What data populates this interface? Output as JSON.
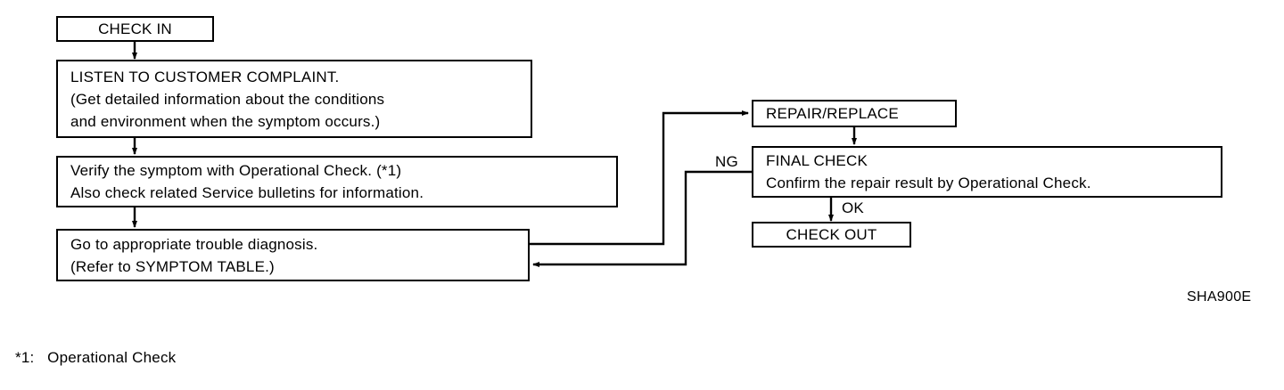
{
  "diagram": {
    "figure_code": "SHA900E",
    "footnote": "*1:   Operational Check",
    "nodes": {
      "check_in": {
        "label": "CHECK IN"
      },
      "listen": {
        "line1": "LISTEN TO CUSTOMER COMPLAINT.",
        "line2": "(Get detailed information about the conditions",
        "line3": "and environment when the symptom occurs.)"
      },
      "verify": {
        "line1": "Verify the symptom with Operational Check. (*1)",
        "line2": "Also check related Service bulletins for information."
      },
      "diagnosis": {
        "line1": "Go to appropriate trouble diagnosis.",
        "line2": "(Refer to SYMPTOM TABLE.)"
      },
      "repair_replace": {
        "label": "REPAIR/REPLACE"
      },
      "final_check": {
        "line1": "FINAL CHECK",
        "line2": "Confirm the repair result by Operational Check."
      },
      "check_out": {
        "label": "CHECK OUT"
      }
    },
    "edge_labels": {
      "ng": "NG",
      "ok": "OK"
    },
    "colors": {
      "stroke": "#000000",
      "background": "#ffffff",
      "text": "#000000"
    }
  }
}
